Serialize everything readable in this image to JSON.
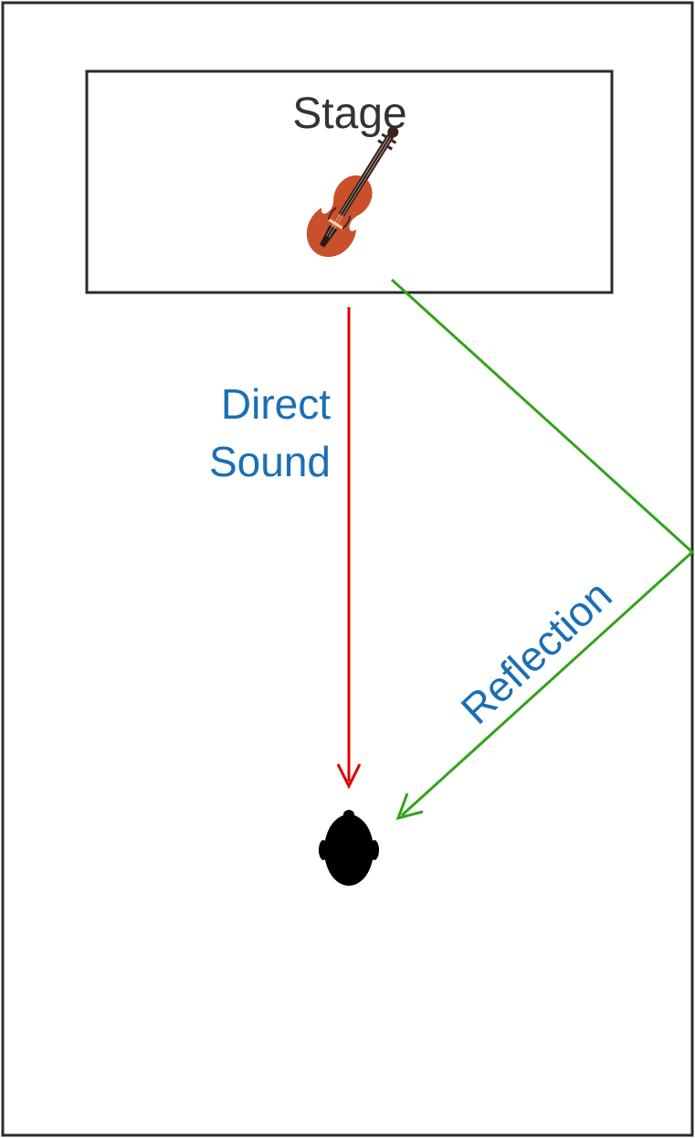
{
  "diagram": {
    "stage_label": "Stage",
    "direct_label_line1": "Direct",
    "direct_label_line2": "Sound",
    "reflection_label": "Reflection",
    "icons": {
      "instrument": "violin-icon",
      "listener": "listener-head-icon"
    },
    "colors": {
      "border": "#2b2b2b",
      "direct_path": "#e00000",
      "reflection_path": "#33a31a",
      "label_text": "#1a6fb5",
      "stage_text": "#333333",
      "violin_body": "#c8502a",
      "violin_dark": "#3a2420",
      "listener": "#000000"
    }
  }
}
